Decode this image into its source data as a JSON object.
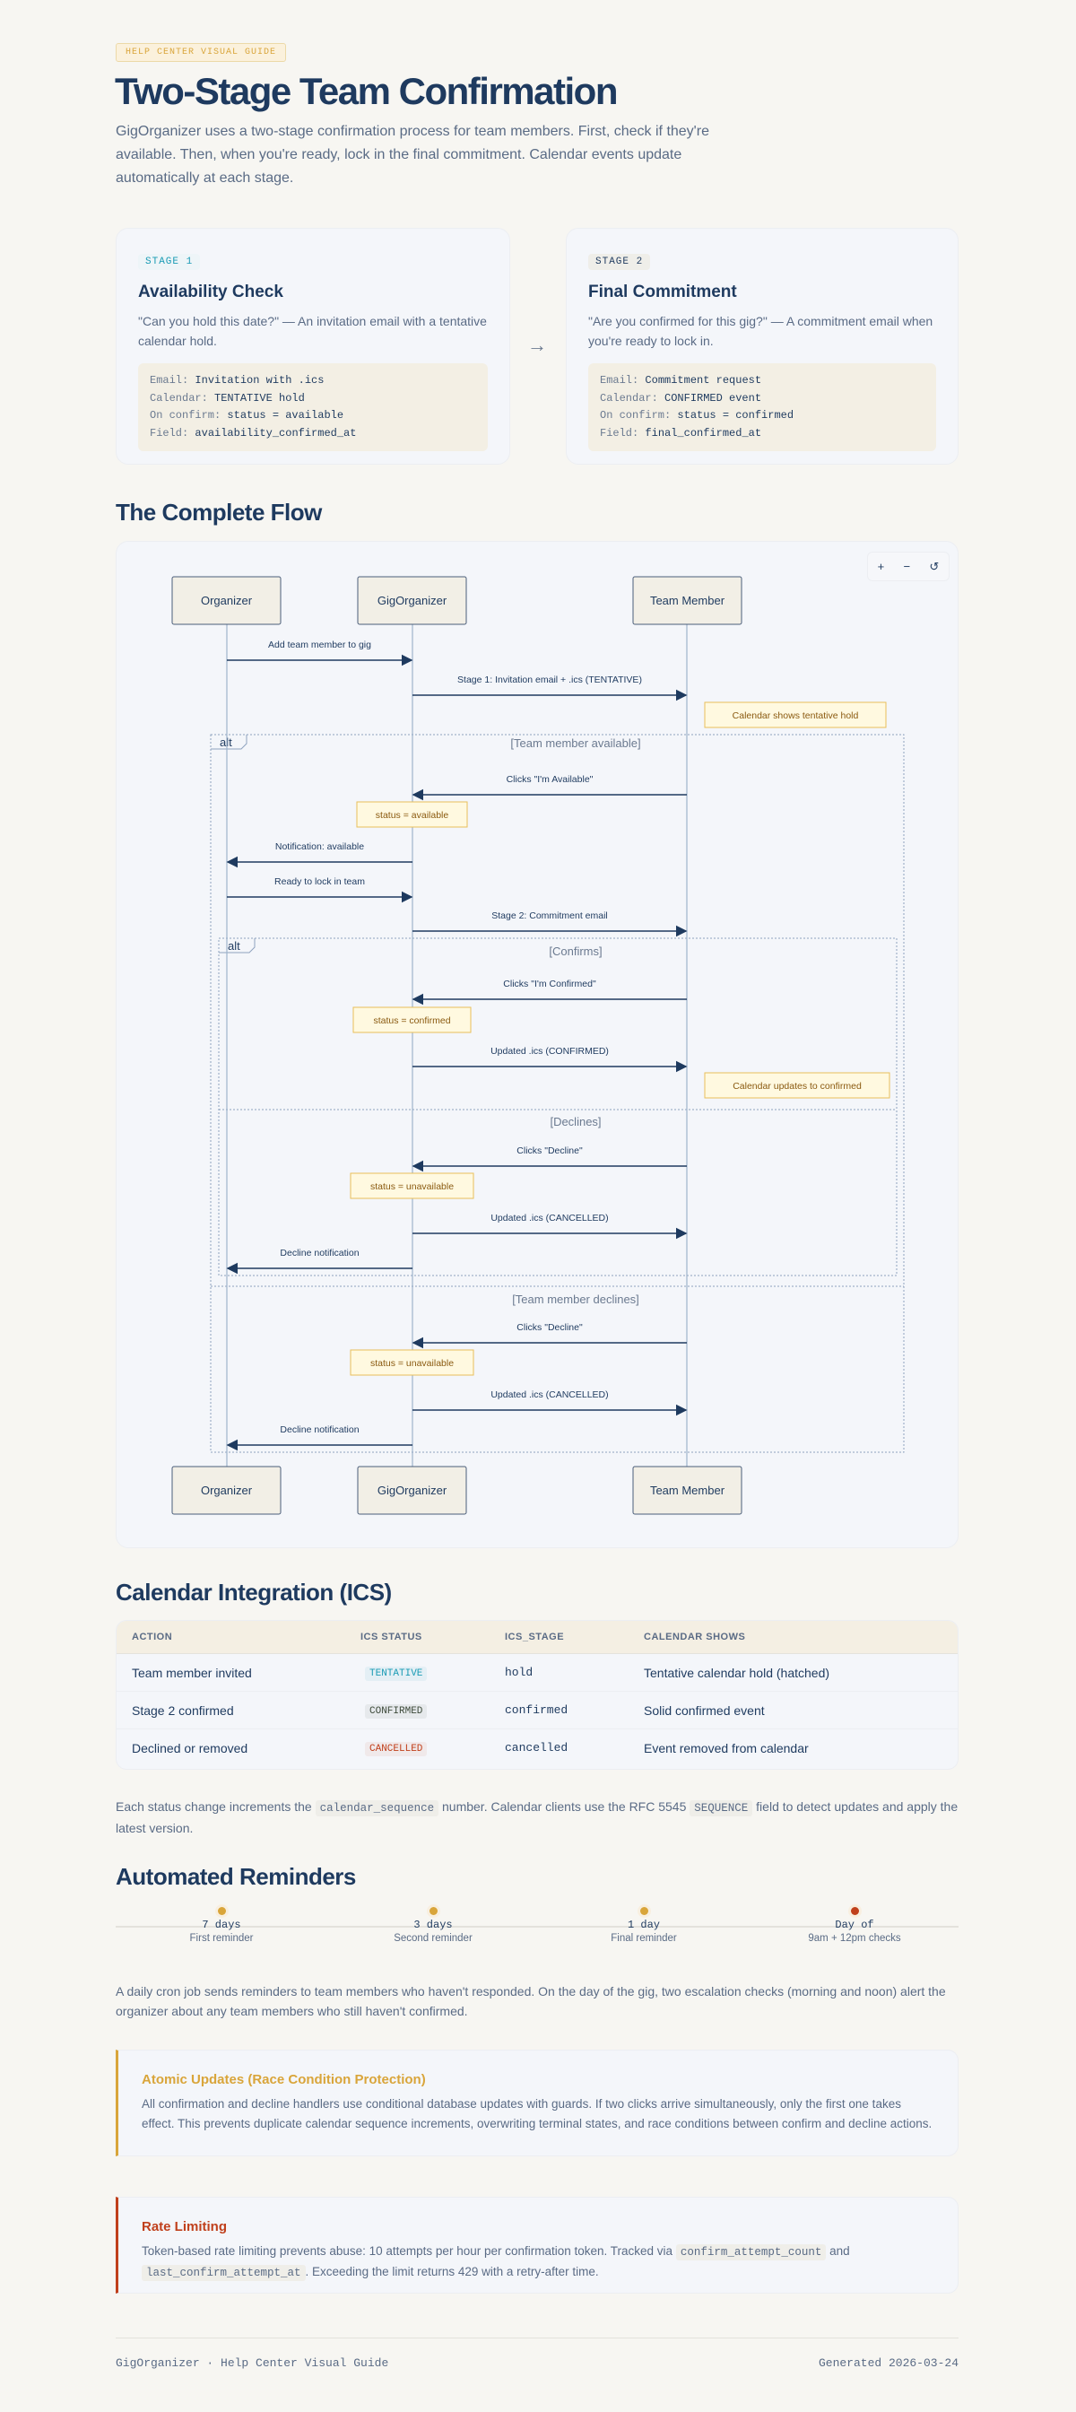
{
  "header": {
    "badge": "HELP CENTER VISUAL GUIDE",
    "title": "Two-Stage Team Confirmation",
    "description": "GigOrganizer uses a two-stage confirmation process for team members. First, check if they're available. Then, when you're ready, lock in the final commitment. Calendar events update automatically at each stage."
  },
  "stages": [
    {
      "tag": "STAGE 1",
      "title": "Availability Check",
      "text": "\"Can you hold this date?\" — An invitation email with a tentative calendar hold.",
      "lines": [
        {
          "k": "Email:",
          "v": "Invitation with .ics"
        },
        {
          "k": "Calendar:",
          "v": "TENTATIVE hold"
        },
        {
          "k": "On confirm:",
          "v": "status = available"
        },
        {
          "k": "Field:",
          "v": "availability_confirmed_at"
        }
      ]
    },
    {
      "tag": "STAGE 2",
      "title": "Final Commitment",
      "text": "\"Are you confirmed for this gig?\" — A commitment email when you're ready to lock in.",
      "lines": [
        {
          "k": "Email:",
          "v": "Commitment request"
        },
        {
          "k": "Calendar:",
          "v": "CONFIRMED event"
        },
        {
          "k": "On confirm:",
          "v": "status = confirmed"
        },
        {
          "k": "Field:",
          "v": "final_confirmed_at"
        }
      ]
    }
  ],
  "flow": {
    "heading": "The Complete Flow",
    "controls": {
      "zoom_in": "+",
      "zoom_out": "−",
      "reset": "↺"
    },
    "actors": [
      "Organizer",
      "GigOrganizer",
      "Team Member"
    ],
    "alt_label": "alt",
    "messages": [
      "Add team member to gig",
      "Stage 1: Invitation email + .ics (TENTATIVE)",
      "Clicks \"I'm Available\"",
      "Notification: available",
      "Ready to lock in team",
      "Stage 2: Commitment email",
      "Clicks \"I'm Confirmed\"",
      "Updated .ics (CONFIRMED)",
      "Clicks \"Decline\"",
      "Updated .ics (CANCELLED)",
      "Decline notification",
      "Clicks \"Decline\"",
      "Updated .ics (CANCELLED)",
      "Decline notification"
    ],
    "notes": [
      "Calendar shows tentative hold",
      "status = available",
      "status = confirmed",
      "Calendar updates to confirmed",
      "status = unavailable",
      "status = unavailable"
    ],
    "guards": [
      "[Team member available]",
      "[Confirms]",
      "[Declines]",
      "[Team member declines]"
    ]
  },
  "calendar": {
    "heading": "Calendar Integration (ICS)",
    "columns": [
      "ACTION",
      "ICS STATUS",
      "ICS_STAGE",
      "CALENDAR SHOWS"
    ],
    "rows": [
      {
        "action": "Team member invited",
        "status": "TENTATIVE",
        "stage": "hold",
        "shows": "Tentative calendar hold (hatched)",
        "color": "#1a9bb5"
      },
      {
        "action": "Stage 2 confirmed",
        "status": "CONFIRMED",
        "stage": "confirmed",
        "shows": "Solid confirmed event",
        "color": "#3d4a3a"
      },
      {
        "action": "Declined or removed",
        "status": "CANCELLED",
        "stage": "cancelled",
        "shows": "Event removed from calendar",
        "color": "#c0401c"
      }
    ],
    "note_pre": "Each status change increments the",
    "note_code1": "calendar_sequence",
    "note_mid": "number. Calendar clients use the RFC 5545",
    "note_code2": "SEQUENCE",
    "note_post": "field to detect updates and apply the latest version."
  },
  "reminders": {
    "heading": "Automated Reminders",
    "items": [
      {
        "when": "7 days",
        "label": "First reminder",
        "color": "#d9a53a"
      },
      {
        "when": "3 days",
        "label": "Second reminder",
        "color": "#d9a53a"
      },
      {
        "when": "1 day",
        "label": "Final reminder",
        "color": "#d9a53a"
      },
      {
        "when": "Day of",
        "label": "9am + 12pm checks",
        "color": "#c0401c"
      }
    ],
    "text": "A daily cron job sends reminders to team members who haven't responded. On the day of the gig, two escalation checks (morning and noon) alert the organizer about any team members who still haven't confirmed."
  },
  "callouts": {
    "atomic": {
      "title": "Atomic Updates (Race Condition Protection)",
      "text": "All confirmation and decline handlers use conditional database updates with guards. If two clicks arrive simultaneously, only the first one takes effect. This prevents duplicate calendar sequence increments, overwriting terminal states, and race conditions between confirm and decline actions.",
      "color": "#d9a53a"
    },
    "rate": {
      "title": "Rate Limiting",
      "pre": "Token-based rate limiting prevents abuse: 10 attempts per hour per confirmation token. Tracked via",
      "code1": "confirm_attempt_count",
      "mid": "and",
      "code2": "last_confirm_attempt_at",
      "post": ". Exceeding the limit returns 429 with a retry-after time.",
      "color": "#c0401c"
    }
  },
  "footer": {
    "left": "GigOrganizer · Help Center Visual Guide",
    "right": "Generated 2026-03-24"
  }
}
